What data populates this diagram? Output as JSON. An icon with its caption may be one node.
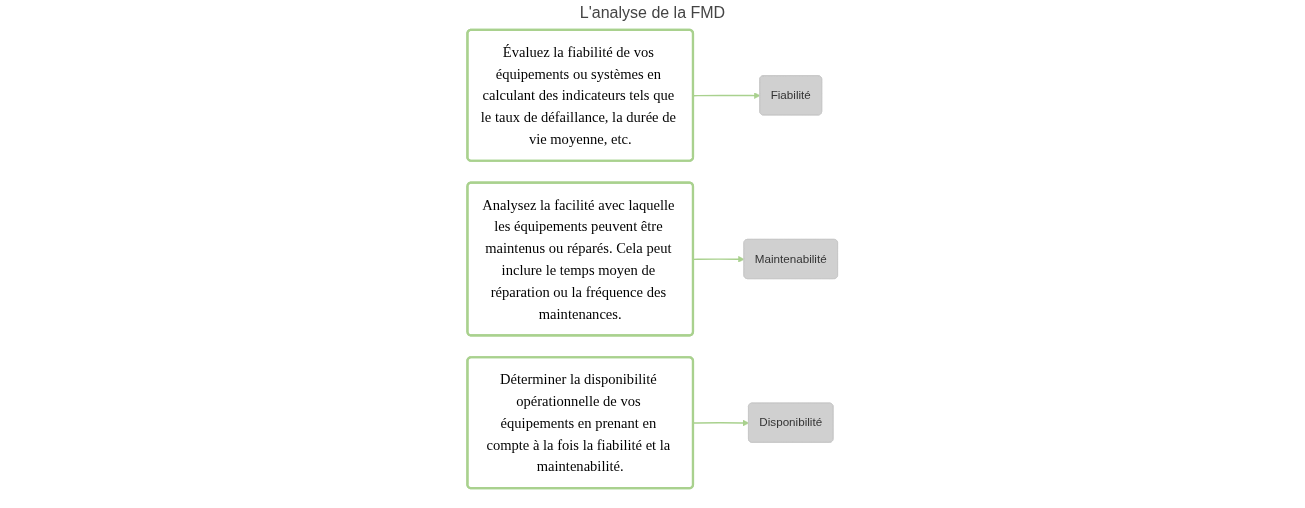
{
  "diagram": {
    "title": "L'analyse de la FMD",
    "nodes": [
      {
        "text": [
          "Évaluez la fiabilité de vos équipements ou systèmes en calculant des indicateurs tels que le taux de défaillance, la durée de vie moyenne, etc."
        ]
      },
      {
        "text": [
          "Fiabilité"
        ]
      },
      {
        "text": [
          "Maintenabilité"
        ]
      },
      {
        "text": [
          "Disponibilité"
        ]
      },
      {
        "text": [
          "Analysez la facilité avec laquelle les équipements peuvent être maintenus ou réparés. Cela peut inclure le temps moyen de réparation ou la fréquence des maintenances."
        ]
      },
      {
        "text": [
          "Déterminer la disponibilité opérationnelle de vos équipements en prenant en compte à la fois la fiabilité et la maintenabilité."
        ]
      }
    ],
    "edges": [
      {
        "from": 0,
        "to": 1,
        "arrow": "to"
      },
      {
        "from": 4,
        "to": 2,
        "arrow": "to"
      },
      {
        "from": 5,
        "to": 3,
        "arrow": "to"
      }
    ]
  }
}
